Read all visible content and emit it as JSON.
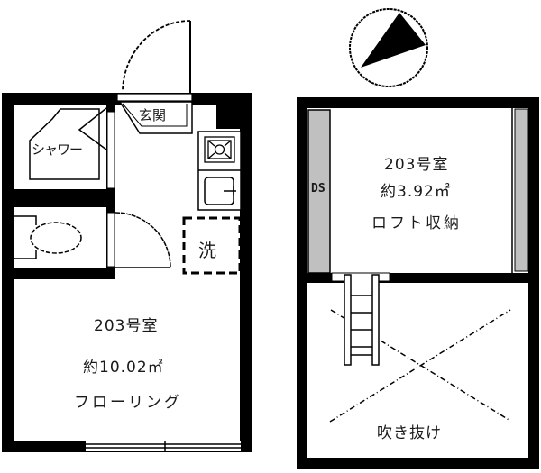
{
  "floor_plan": {
    "main_floor": {
      "entrance_label": "玄関",
      "shower_label": "シャワー",
      "washer_label": "洗",
      "room": {
        "name": "203号室",
        "area": "約10.02㎡",
        "floor_type": "フローリング"
      }
    },
    "loft_floor": {
      "duct_label": "DS",
      "room": {
        "name": "203号室",
        "area": "約3.92㎡",
        "type": "ロフト収納"
      },
      "void_label": "吹き抜け"
    },
    "compass": {
      "icon": "north-arrow-icon"
    },
    "colors": {
      "wall": "#000000",
      "floor": "#ffffff",
      "duct_fill": "#c0c0c0",
      "line": "#1a1a1a"
    }
  }
}
